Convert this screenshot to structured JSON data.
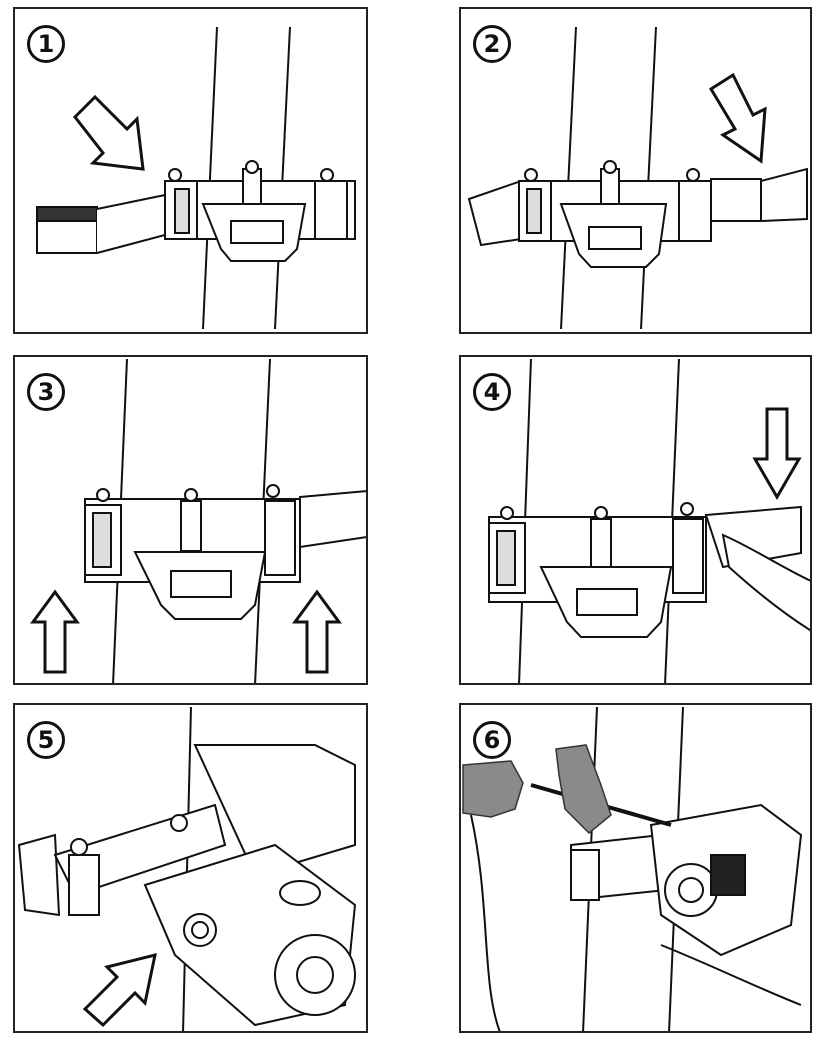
{
  "steps": [
    {
      "number": "1",
      "arrow": "arrow-down-right",
      "scene": "strap-inserted-into-bracket"
    },
    {
      "number": "2",
      "arrow": "arrow-down-right",
      "scene": "strap-threaded-through-ratchet"
    },
    {
      "number": "3",
      "arrow": "arrow-up",
      "scene": "bracket-positioned-on-pole"
    },
    {
      "number": "4",
      "arrow": "arrow-down",
      "scene": "ratchet-tightened-by-hand"
    },
    {
      "number": "5",
      "arrow": "arrow-up-right",
      "scene": "winch-mounted-on-bracket"
    },
    {
      "number": "6",
      "arrow": "",
      "scene": "winch-operated-with-rope"
    }
  ],
  "colors": {
    "line": "#111111",
    "fill": "#ffffff",
    "glove": "#8a8a8a"
  }
}
